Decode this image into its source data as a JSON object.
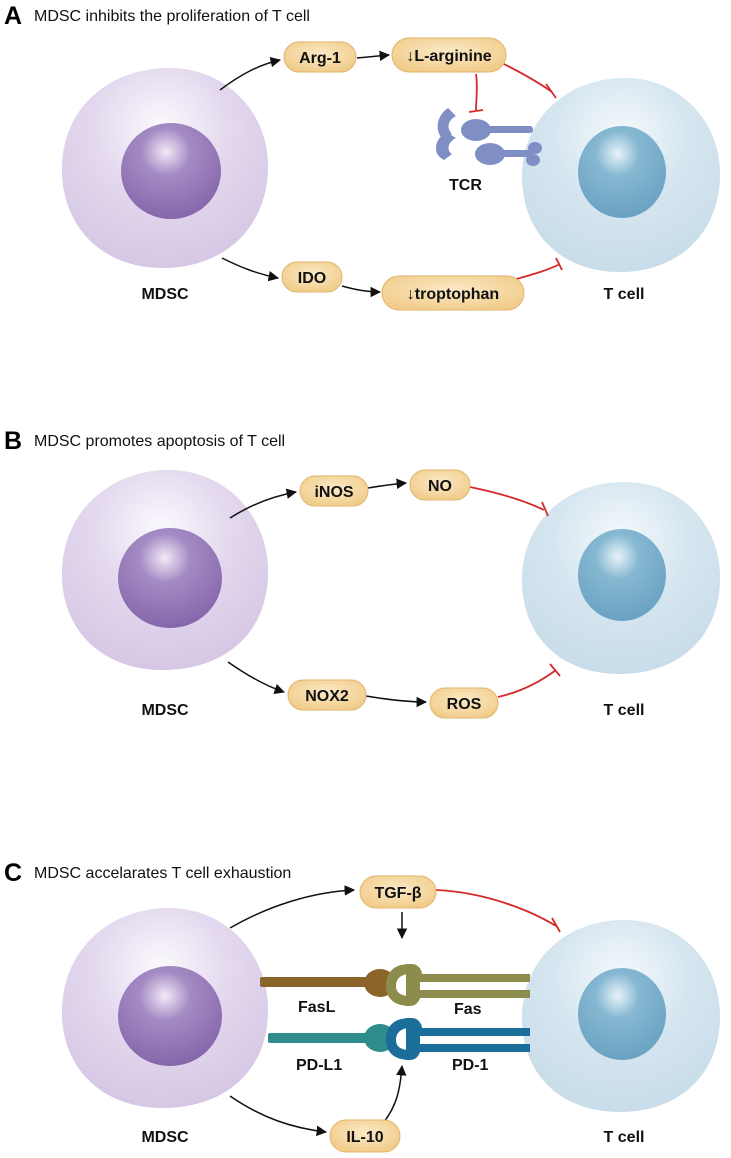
{
  "panels": {
    "a": {
      "letter": "A",
      "title": "MDSC inhibits the proliferation of T cell",
      "mdsc_label": "MDSC",
      "tcell_label": "T cell",
      "nodes": {
        "arg1": "Arg-1",
        "larginine": "↓L-arginine",
        "ido": "IDO",
        "troptophan": "↓troptophan",
        "tcr": "TCR"
      }
    },
    "b": {
      "letter": "B",
      "title": "MDSC promotes apoptosis of T cell",
      "mdsc_label": "MDSC",
      "tcell_label": "T cell",
      "nodes": {
        "inos": "iNOS",
        "no": "NO",
        "nox2": "NOX2",
        "ros": "ROS"
      }
    },
    "c": {
      "letter": "C",
      "title": "MDSC accelarates T cell exhaustion",
      "mdsc_label": "MDSC",
      "tcell_label": "T cell",
      "nodes": {
        "tgfb": "TGF-β",
        "il10": "IL-10",
        "fasl": "FasL",
        "fas": "Fas",
        "pdl1": "PD-L1",
        "pd1": "PD-1"
      }
    }
  },
  "colors": {
    "mdsc_cell": "#d9cde6",
    "mdsc_nucleus": "#8f6fb1",
    "tcell": "#cde0ec",
    "tcell_nucleus": "#7aafca",
    "pill": "#f5d59a",
    "pill_border": "#e2b46a",
    "inhibit": "#d42a2a",
    "tcr": "#7f8fc6",
    "fasl": "#8a6428",
    "fas": "#8c8c4c",
    "pdl1": "#2f8d8b",
    "pd1": "#1c6e9a"
  }
}
